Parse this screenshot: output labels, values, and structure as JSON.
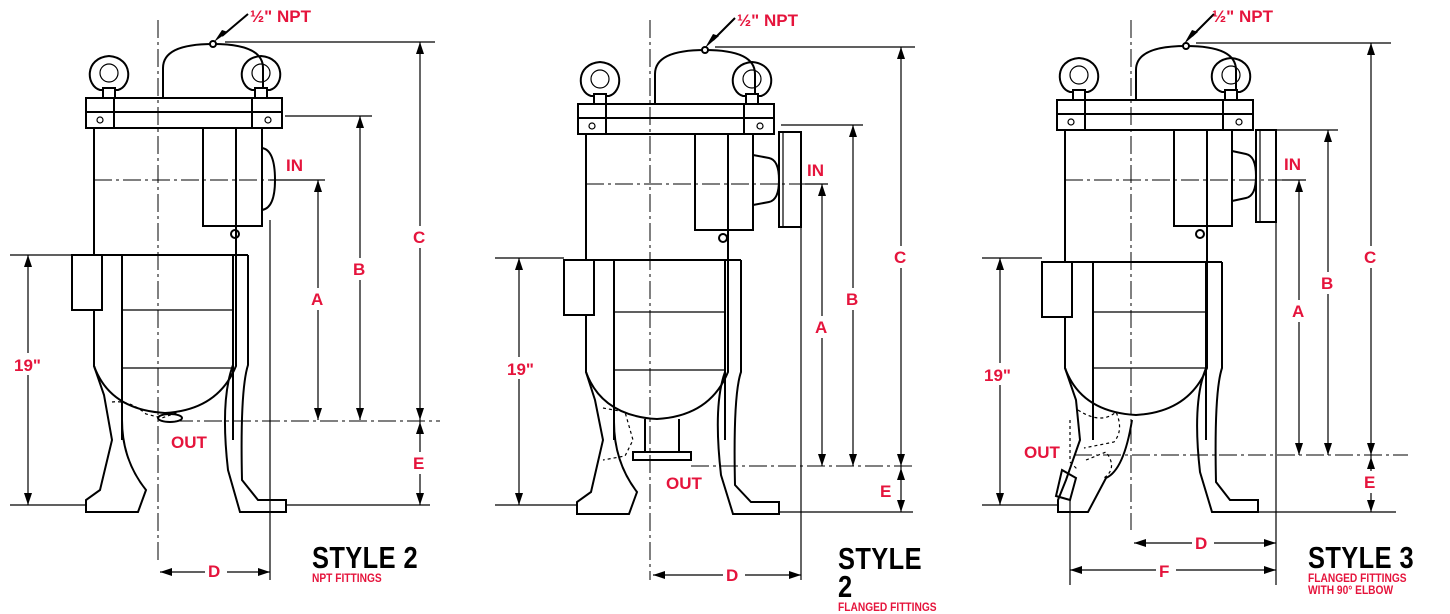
{
  "panels": [
    {
      "npt": "½\" NPT",
      "in_label": "IN",
      "out_label": "OUT",
      "dims": {
        "a": "A",
        "b": "B",
        "c": "C",
        "d": "D",
        "e": "E",
        "height": "19\""
      },
      "title": "STYLE 2",
      "subtitle": [
        "NPT FITTINGS"
      ]
    },
    {
      "npt": "½\" NPT",
      "in_label": "IN",
      "out_label": "OUT",
      "dims": {
        "a": "A",
        "b": "B",
        "c": "C",
        "d": "D",
        "e": "E",
        "height": "19\""
      },
      "title": "STYLE 2",
      "subtitle": [
        "FLANGED FITTINGS"
      ]
    },
    {
      "npt": "½\" NPT",
      "in_label": "IN",
      "out_label": "OUT",
      "dims": {
        "a": "A",
        "b": "B",
        "c": "C",
        "d": "D",
        "e": "E",
        "f": "F",
        "height": "19\""
      },
      "title": "STYLE 3",
      "subtitle": [
        "FLANGED FITTINGS",
        "WITH 90° ELBOW"
      ]
    }
  ],
  "colors": {
    "label": "#e5143c",
    "line": "#000000"
  }
}
